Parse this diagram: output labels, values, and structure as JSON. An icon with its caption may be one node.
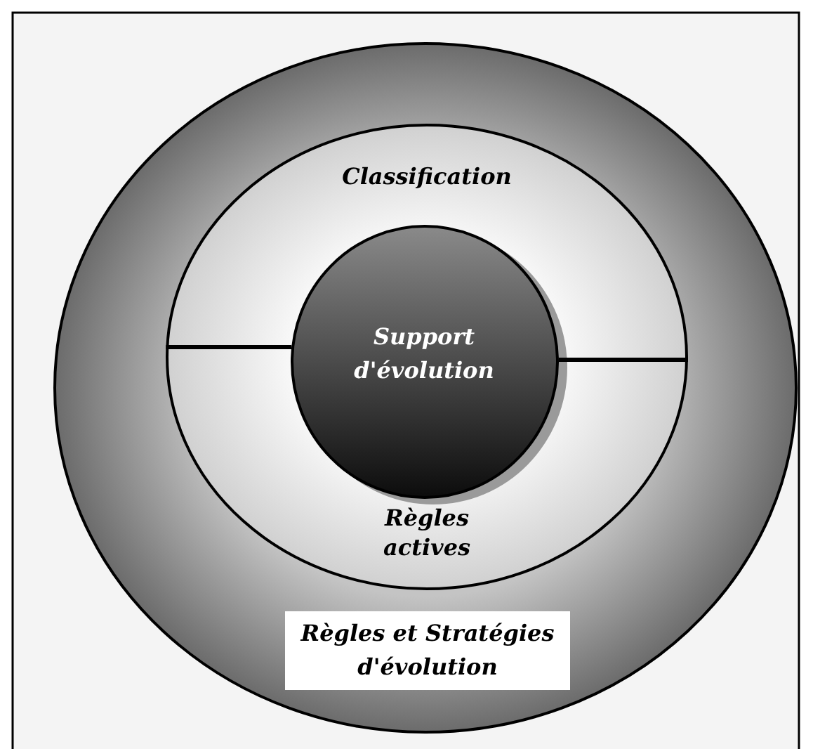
{
  "diagram": {
    "nodes": [
      {
        "text": [
          "Règles et Stratégies d'évolution"
        ]
      },
      {
        "text": [
          "Classification",
          "Règles actives"
        ],
        "in": 0
      },
      {
        "text": [
          "Support d'évolution"
        ],
        "in": 1
      }
    ],
    "edges": [
      {
        "from": 1,
        "to": 2,
        "arrow": "none"
      },
      {
        "from": 2,
        "to": 1,
        "arrow": "none"
      }
    ]
  }
}
